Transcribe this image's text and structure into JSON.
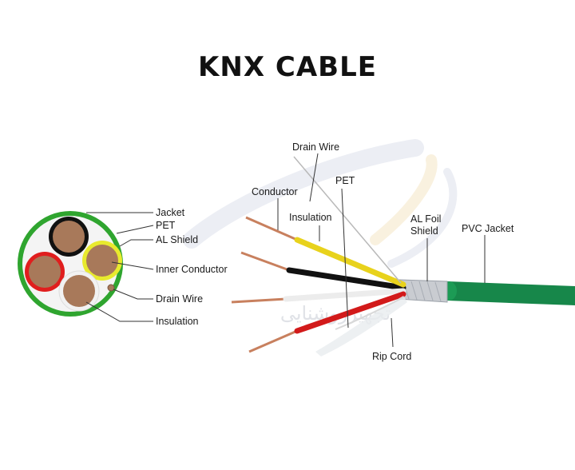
{
  "title": "KNX CABLE",
  "cross_section": {
    "labels": {
      "jacket": "Jacket",
      "pet": "PET",
      "al_shield": "AL Shield",
      "inner_conductor": "Inner Conductor",
      "drain_wire": "Drain Wire",
      "insulation": "Insulation"
    },
    "colors": {
      "jacket": "#2fa52f",
      "copper": "#a8795a",
      "red": "#e01e1e",
      "yellow": "#e8ea2e",
      "black": "#111111",
      "white": "#f2f2f2"
    }
  },
  "side_view": {
    "labels": {
      "drain_wire": "Drain Wire",
      "conductor": "Conductor",
      "pet": "PET",
      "insulation": "Insulation",
      "al_foil_shield_1": "AL Foil",
      "al_foil_shield_2": "Shield",
      "pvc_jacket": "PVC Jacket",
      "rip_cord": "Rip Cord"
    },
    "colors": {
      "jacket": "#17874a",
      "foil": "#c9ccd1",
      "copper": "#c8805e"
    }
  },
  "watermark": {
    "text": "تجهیزروشنایی"
  }
}
